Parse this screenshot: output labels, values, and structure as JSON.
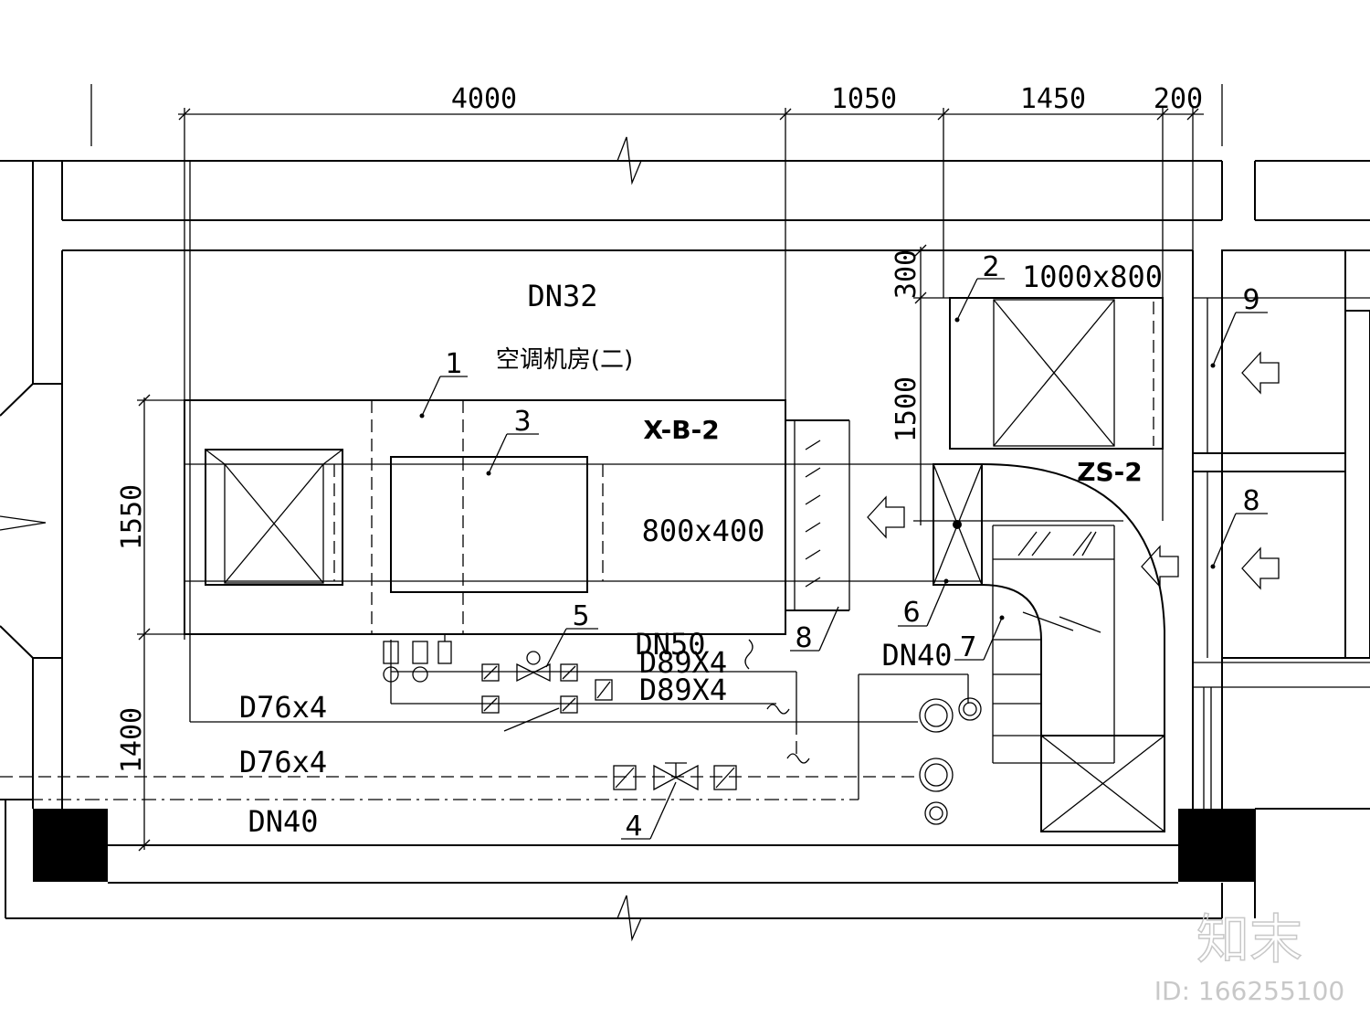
{
  "dimensions": {
    "top": [
      "4000",
      "1050",
      "1450",
      "200"
    ],
    "left_height_1": "1550",
    "left_height_2": "1400",
    "right_300": "300",
    "right_1500": "1500"
  },
  "room": {
    "name": "空调机房(二)",
    "pipe_top": "DN32"
  },
  "equipment": {
    "ahu_code": "X-B-2",
    "ahu_duct": "800x400",
    "fresh_air_duct": "1000x800",
    "fresh_air_code": "ZS-2"
  },
  "pipes": {
    "dn50": "DN50",
    "d89_1": "D89X4",
    "d89_2": "D89X4",
    "d76_1": "D76x4",
    "d76_2": "D76x4",
    "dn40_bottom": "DN40",
    "dn40_right": "DN40"
  },
  "callouts": [
    "1",
    "2",
    "3",
    "4",
    "5",
    "6",
    "7",
    "8",
    "8",
    "9"
  ],
  "watermark": {
    "logo": "知末",
    "id": "ID: 166255100"
  }
}
